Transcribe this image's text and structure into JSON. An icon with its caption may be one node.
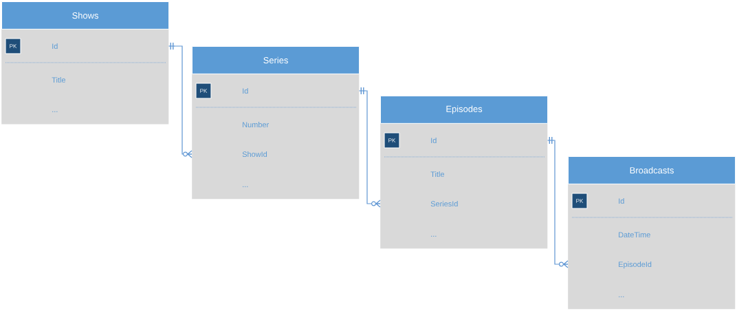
{
  "diagram": {
    "nodes": [
      {
        "text": [
          "Shows",
          "Id",
          "Title",
          "..."
        ]
      },
      {
        "text": [
          "PK"
        ],
        "in": 0
      },
      {
        "text": [
          "Series",
          "Id",
          "Number",
          "ShowId",
          "..."
        ]
      },
      {
        "text": [
          "PK"
        ],
        "in": 2
      },
      {
        "text": [
          "Episodes",
          "Id",
          "Title",
          "SeriesId",
          "..."
        ]
      },
      {
        "text": [
          "PK"
        ],
        "in": 4
      },
      {
        "text": [
          "Broadcasts",
          "Id",
          "DateTime",
          "EpisodeId",
          "..."
        ]
      },
      {
        "text": [
          "PK"
        ],
        "in": 6
      }
    ],
    "edges": [
      {
        "from": 0,
        "to": 2,
        "arrow": "other"
      },
      {
        "from": 2,
        "to": 4,
        "arrow": "other"
      },
      {
        "from": 4,
        "to": 6,
        "arrow": "other"
      }
    ]
  }
}
